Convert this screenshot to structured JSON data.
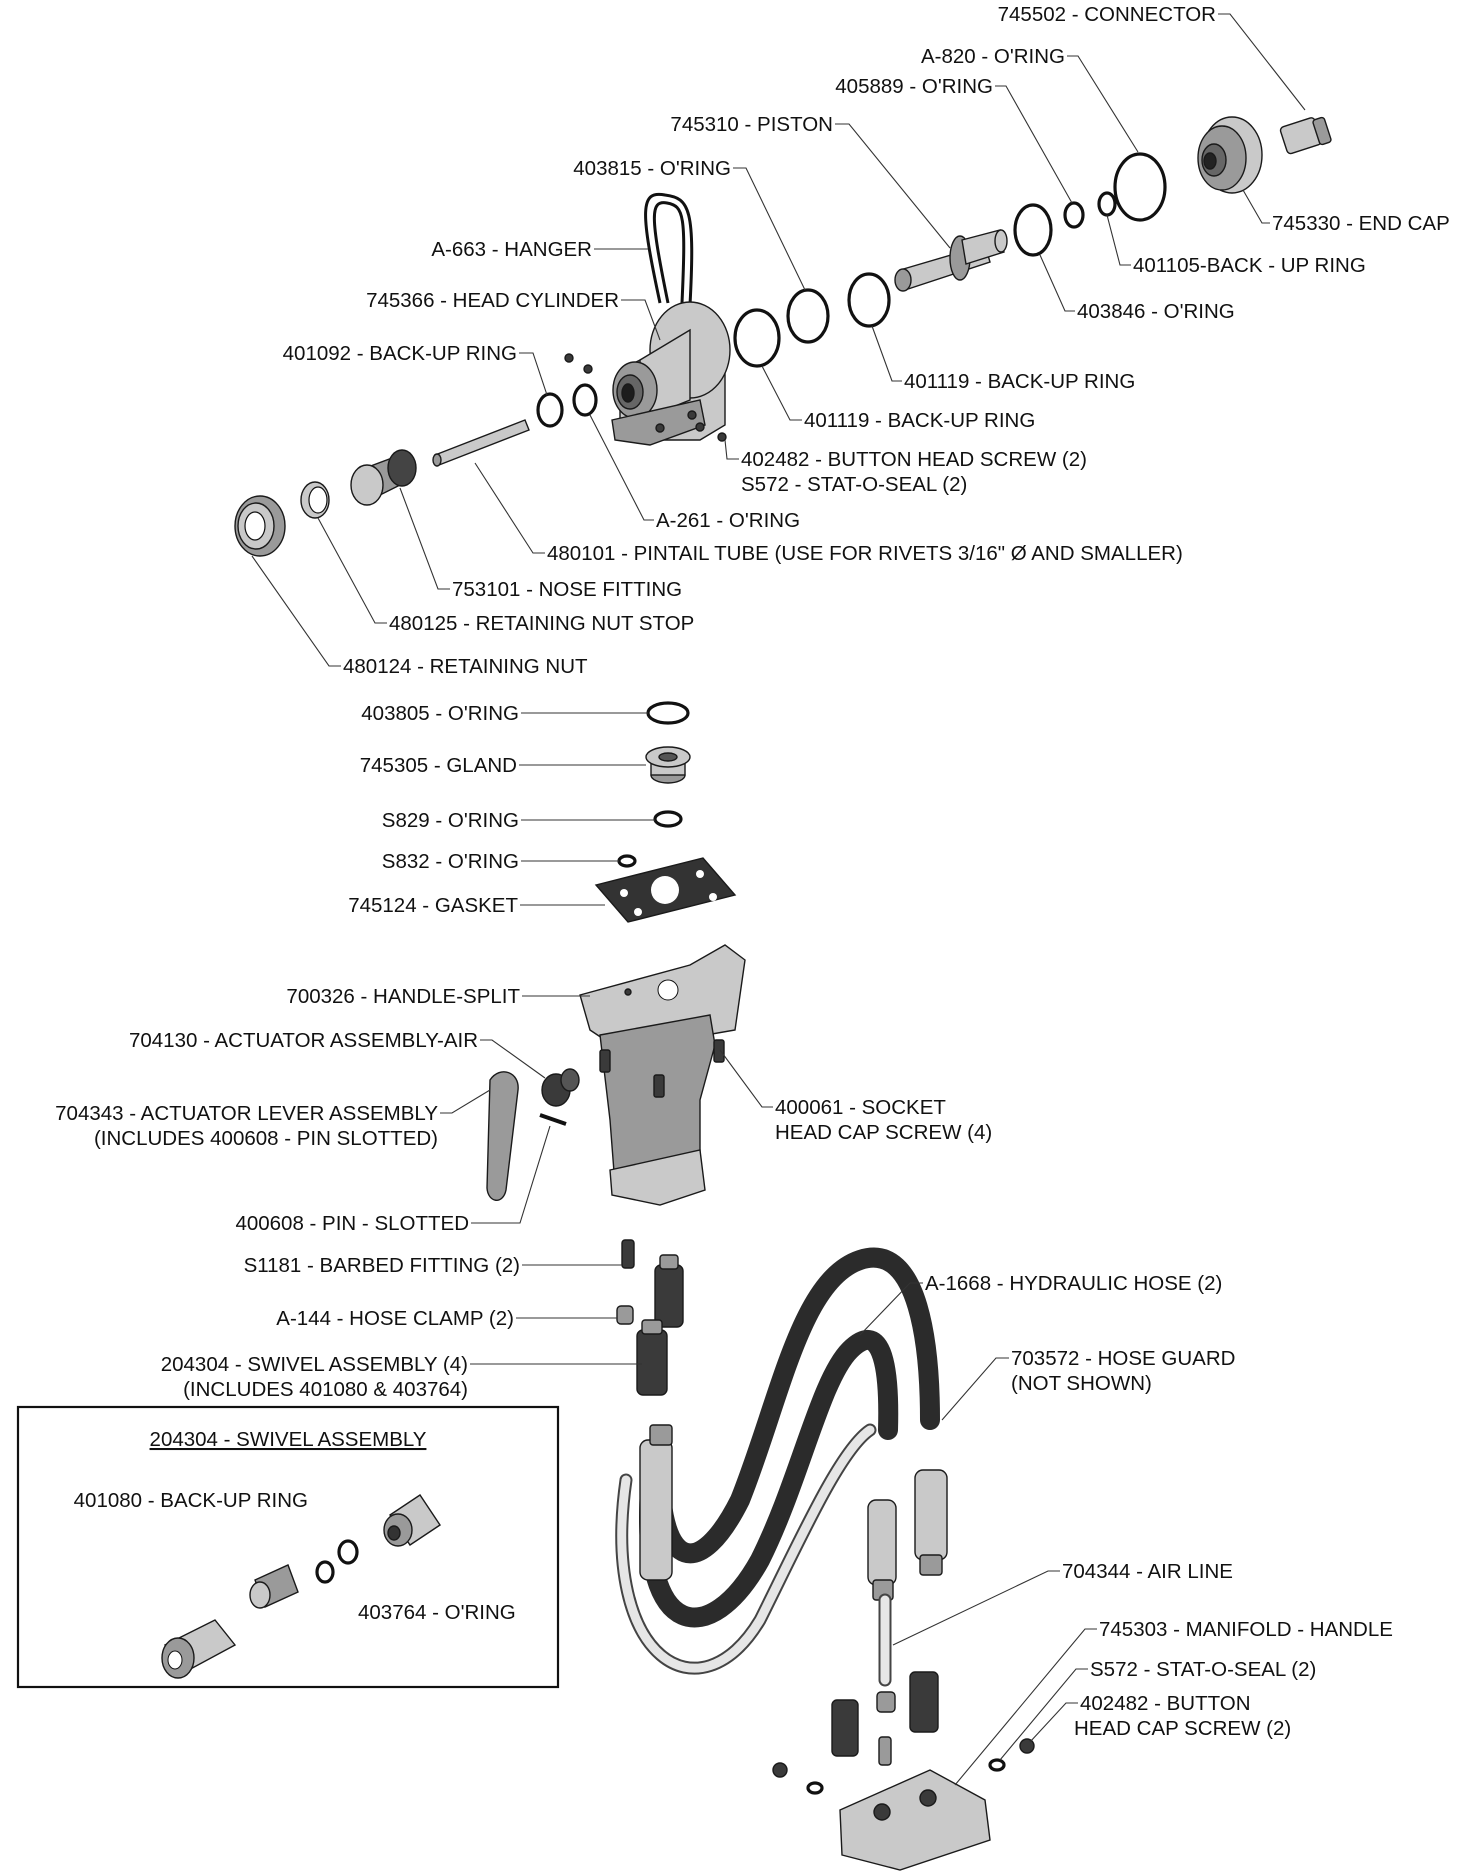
{
  "labels": {
    "connector": "745502 - CONNECTOR",
    "a820": "A-820 - O'RING",
    "o405889": "405889 - O'RING",
    "piston": "745310 - PISTON",
    "o403815": "403815 - O'RING",
    "hanger": "A-663 - HANGER",
    "head_cylinder": "745366 - HEAD CYLINDER",
    "bu401092": "401092 - BACK-UP RING",
    "end_cap": "745330 - END CAP",
    "bu401105": "401105-BACK - UP RING",
    "o403846": "403846 - O'RING",
    "bu401119a": "401119 - BACK-UP RING",
    "bu401119b": "401119 - BACK-UP RING",
    "screw402482": "402482 - BUTTON HEAD SCREW (2)",
    "seal572": "S572 - STAT-O-SEAL (2)",
    "a261": "A-261 - O'RING",
    "pintail": "480101 - PINTAIL TUBE (USE FOR RIVETS 3/16\" Ø AND SMALLER)",
    "nose_fitting": "753101 - NOSE FITTING",
    "nut_stop": "480125 - RETAINING NUT STOP",
    "retaining_nut": "480124 - RETAINING NUT",
    "o403805": "403805 - O'RING",
    "gland": "745305 - GLAND",
    "s829": "S829 - O'RING",
    "s832": "S832 - O'RING",
    "gasket": "745124 - GASKET",
    "handle_split": "700326 - HANDLE-SPLIT",
    "actuator_air": "704130 - ACTUATOR ASSEMBLY-AIR",
    "actuator_lever_1": "704343 - ACTUATOR LEVER ASSEMBLY",
    "actuator_lever_2": "(INCLUDES 400608 - PIN SLOTTED)",
    "socket_1": "400061 - SOCKET",
    "socket_2": "HEAD CAP SCREW (4)",
    "pin_slotted": "400608 - PIN - SLOTTED",
    "barbed": "S1181 - BARBED FITTING (2)",
    "hose_clamp": "A-144 - HOSE CLAMP (2)",
    "swivel_1": "204304 - SWIVEL ASSEMBLY (4)",
    "swivel_2": "(INCLUDES 401080 & 403764)",
    "hyd_hose": "A-1668 - HYDRAULIC HOSE (2)",
    "hose_guard_1": "703572 - HOSE GUARD",
    "hose_guard_2": "(NOT SHOWN)",
    "air_line": "704344 - AIR LINE",
    "manifold": "745303 - MANIFOLD - HANDLE",
    "seal572b": "S572 - STAT-O-SEAL (2)",
    "button_cap_1": "402482 - BUTTON",
    "button_cap_2": "HEAD CAP SCREW (2)"
  },
  "inset": {
    "title": "204304 - SWIVEL ASSEMBLY",
    "bu401080": "401080 - BACK-UP RING",
    "o403764": "403764 - O'RING"
  }
}
